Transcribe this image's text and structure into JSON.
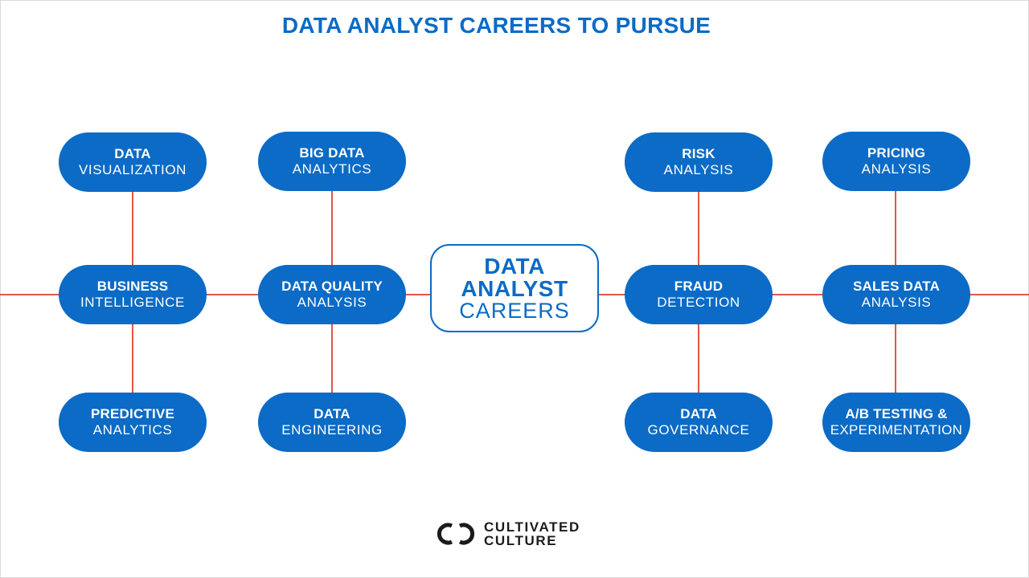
{
  "title": "DATA ANALYST CAREERS TO PURSUE",
  "colors": {
    "title": "#0b6bc6",
    "node_fill": "#0b6bc6",
    "connector": "#e0574a",
    "center_border": "#0b6bc6",
    "center_text": "#0b6bc6",
    "logo": "#1b1b1b"
  },
  "center": {
    "line1": "DATA",
    "line2": "ANALYST",
    "line3": "CAREERS"
  },
  "nodes": {
    "data_visualization": {
      "line1": "DATA",
      "line2": "VISUALIZATION"
    },
    "big_data_analytics": {
      "line1": "BIG DATA",
      "line2": "ANALYTICS"
    },
    "business_intelligence": {
      "line1": "BUSINESS",
      "line2": "INTELLIGENCE"
    },
    "data_quality_analysis": {
      "line1": "DATA QUALITY",
      "line2": "ANALYSIS"
    },
    "predictive_analytics": {
      "line1": "PREDICTIVE",
      "line2": "ANALYTICS"
    },
    "data_engineering": {
      "line1": "DATA",
      "line2": "ENGINEERING"
    },
    "risk_analysis": {
      "line1": "RISK",
      "line2": "ANALYSIS"
    },
    "pricing_analysis": {
      "line1": "PRICING",
      "line2": "ANALYSIS"
    },
    "fraud_detection": {
      "line1": "FRAUD",
      "line2": "DETECTION"
    },
    "sales_data_analysis": {
      "line1": "SALES DATA",
      "line2": "ANALYSIS"
    },
    "data_governance": {
      "line1": "DATA",
      "line2": "GOVERNANCE"
    },
    "ab_testing": {
      "line1": "A/B TESTING &",
      "line2": "EXPERIMENTATION"
    }
  },
  "logo": {
    "icon": "cultivated-culture-logo-icon",
    "line1": "CULTIVATED",
    "line2": "CULTURE"
  }
}
